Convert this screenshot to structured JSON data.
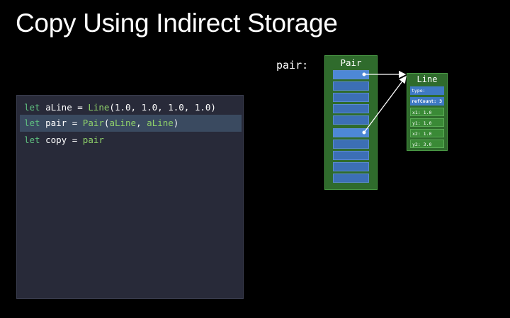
{
  "title": "Copy Using Indirect Storage",
  "code": {
    "lines": [
      {
        "kw": "let",
        "rest": " aLine = ",
        "type": "Line",
        "args": "(1.0, 1.0, 1.0, 1.0)"
      },
      {
        "kw": "let",
        "rest": " pair = ",
        "type": "Pair",
        "args_open": "(",
        "arg1": "aLine",
        "sep": ", ",
        "arg2": "aLine",
        "args_close": ")"
      },
      {
        "kw": "let",
        "rest": " copy = ",
        "var": "pair"
      }
    ],
    "highlighted_line": 2
  },
  "diagram": {
    "pair_label": "pair:",
    "pair_box_title": "Pair",
    "line_box_title": "Line",
    "line_fields": [
      {
        "label": "type:"
      },
      {
        "label": "refCount: 3"
      },
      {
        "label": "x1: 1.0"
      },
      {
        "label": "y1: 1.0"
      },
      {
        "label": "x2: 1.0"
      },
      {
        "label": "y2: 3.0"
      }
    ]
  }
}
